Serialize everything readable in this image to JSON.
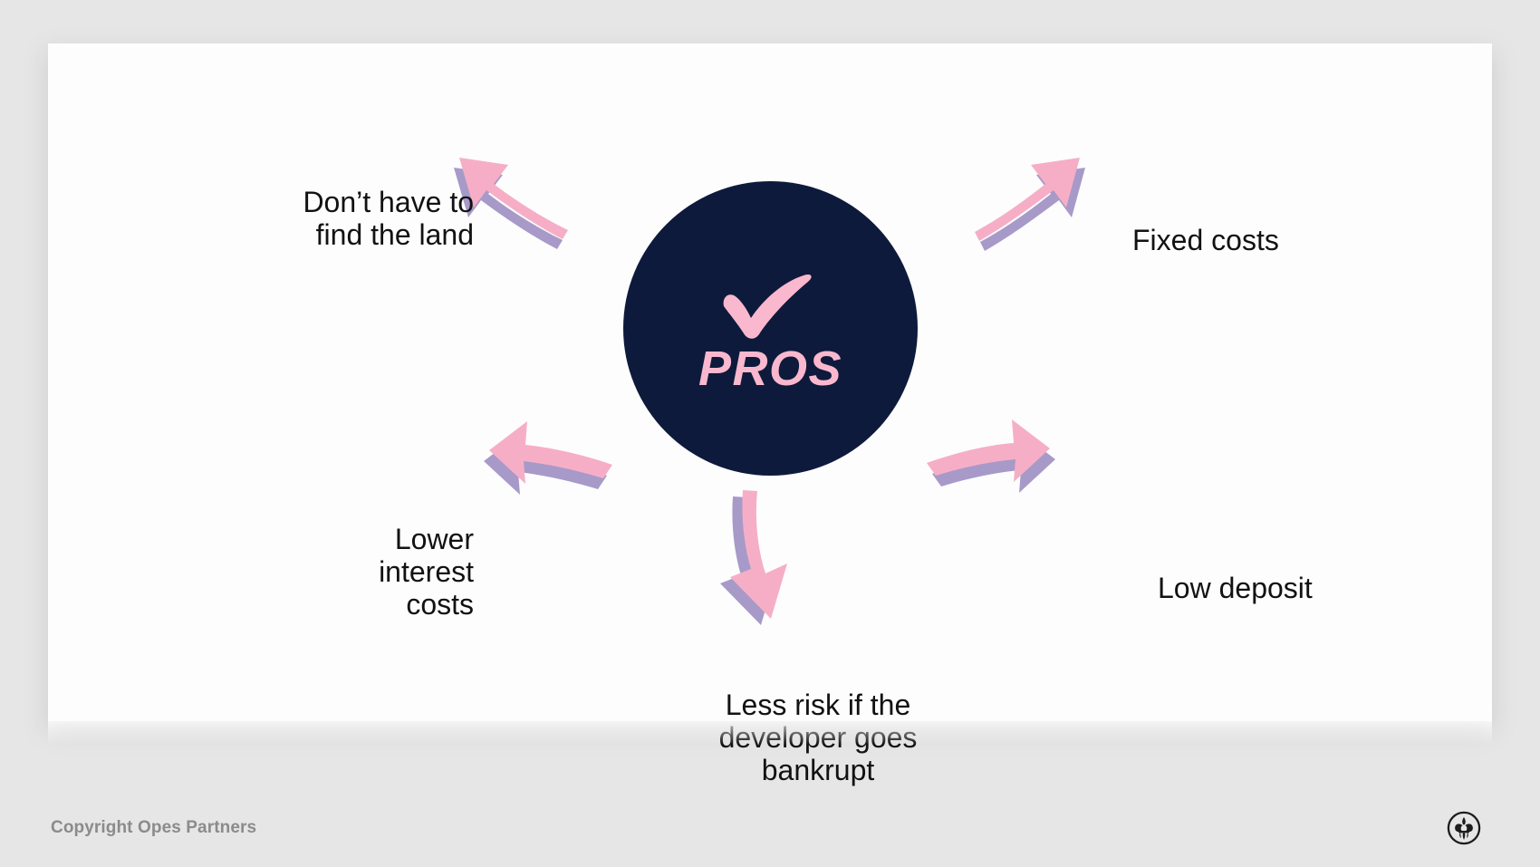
{
  "slide": {
    "background_color": "#e6e6e6",
    "card_color": "#fdfdfd"
  },
  "hub": {
    "title": "PROS",
    "icon": "check-mark-icon",
    "circle_color": "#0e1a3c",
    "accent_color": "#f9b8ce"
  },
  "arrows": {
    "fill_color": "#f6aec7",
    "shadow_color": "#a79ac8",
    "count": 5,
    "directions": [
      "up-left",
      "up-right",
      "down-left",
      "down-right",
      "down"
    ]
  },
  "spokes": [
    {
      "id": "dont-have-to-find-the-land",
      "label": "Don’t have to\nfind the land",
      "position": "top-left"
    },
    {
      "id": "fixed-costs",
      "label": "Fixed costs",
      "position": "top-right"
    },
    {
      "id": "lower-interest-costs",
      "label": "Lower\ninterest\ncosts",
      "position": "left"
    },
    {
      "id": "low-deposit",
      "label": "Low deposit",
      "position": "right"
    },
    {
      "id": "less-risk-if-the-developer-goes-bankrupt",
      "label": "Less risk if the\ndeveloper goes\nbankrupt",
      "position": "bottom"
    }
  ],
  "footer": {
    "copyright": "Copyright Opes Partners",
    "logo": "fleur-de-lis-logo",
    "text_color": "#8b8b8e"
  }
}
